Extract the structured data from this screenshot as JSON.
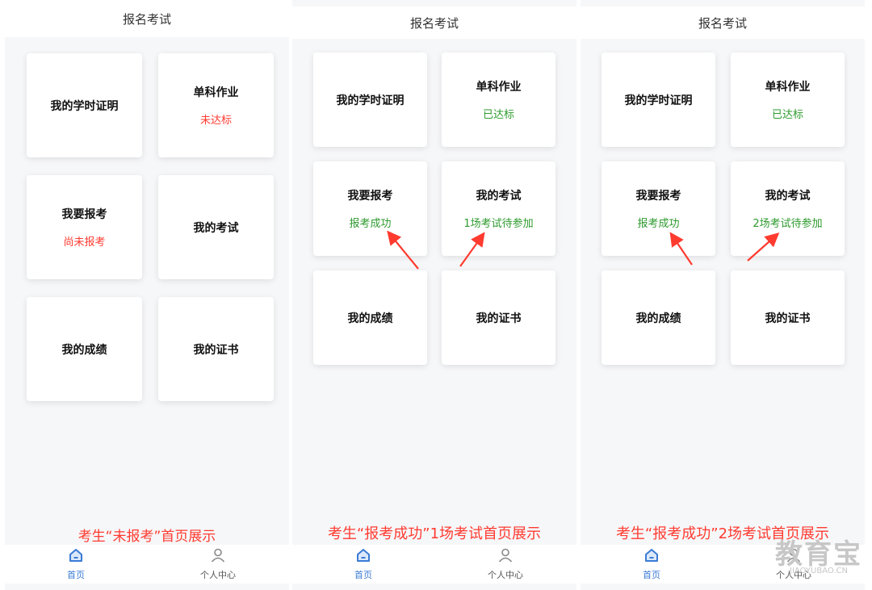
{
  "colors": {
    "status_red": "#ff3b30",
    "status_green": "#2e9a2e",
    "tab_active": "#3a7bd5",
    "caption": "#ff3b30"
  },
  "panels": [
    {
      "header_title": "报名考试",
      "cards": [
        {
          "title": "我的学时证明",
          "status": ""
        },
        {
          "title": "单科作业",
          "status": "未达标",
          "status_color": "red"
        },
        {
          "title": "我要报考",
          "status": "尚未报考",
          "status_color": "red"
        },
        {
          "title": "我的考试",
          "status": ""
        },
        {
          "title": "我的成绩",
          "status": ""
        },
        {
          "title": "我的证书",
          "status": ""
        }
      ],
      "caption": "考生“未报考”首页展示",
      "tabs": [
        {
          "label": "首页",
          "icon": "home-icon"
        },
        {
          "label": "个人中心",
          "icon": "user-icon"
        }
      ]
    },
    {
      "header_title": "报名考试",
      "cards": [
        {
          "title": "我的学时证明",
          "status": ""
        },
        {
          "title": "单科作业",
          "status": "已达标",
          "status_color": "green"
        },
        {
          "title": "我要报考",
          "status": "报考成功",
          "status_color": "green"
        },
        {
          "title": "我的考试",
          "status": "1场考试待参加",
          "status_color": "green"
        },
        {
          "title": "我的成绩",
          "status": ""
        },
        {
          "title": "我的证书",
          "status": ""
        }
      ],
      "caption": "考生“报考成功”1场考试首页展示",
      "tabs": [
        {
          "label": "首页",
          "icon": "home-icon"
        },
        {
          "label": "个人中心",
          "icon": "user-icon"
        }
      ]
    },
    {
      "header_title": "报名考试",
      "cards": [
        {
          "title": "我的学时证明",
          "status": ""
        },
        {
          "title": "单科作业",
          "status": "已达标",
          "status_color": "green"
        },
        {
          "title": "我要报考",
          "status": "报考成功",
          "status_color": "green"
        },
        {
          "title": "我的考试",
          "status": "2场考试待参加",
          "status_color": "green"
        },
        {
          "title": "我的成绩",
          "status": ""
        },
        {
          "title": "我的证书",
          "status": ""
        }
      ],
      "caption": "考生“报考成功”2场考试首页展示",
      "tabs": [
        {
          "label": "首页",
          "icon": "home-icon"
        },
        {
          "label": "个人中心",
          "icon": "user-icon"
        }
      ]
    }
  ],
  "watermark": {
    "big": "教育宝",
    "small": "JIAOYUBAO.CN"
  }
}
